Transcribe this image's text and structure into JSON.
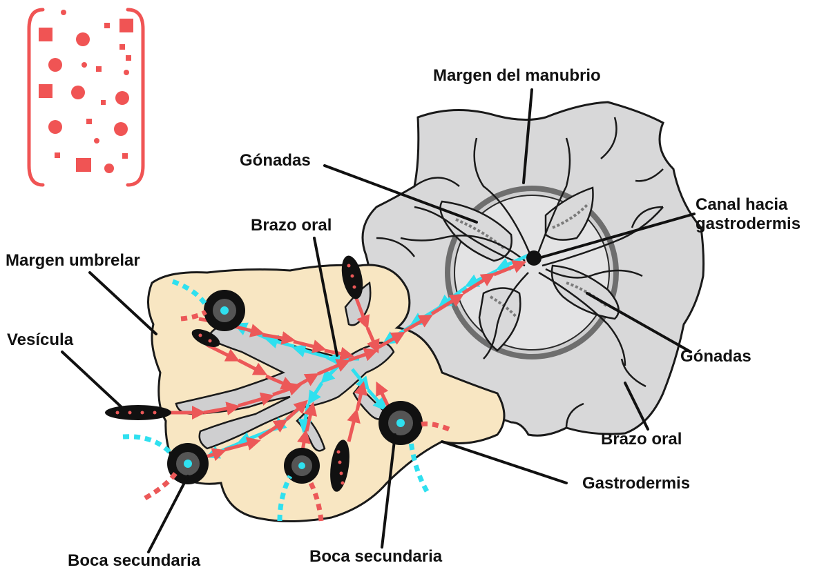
{
  "labels": {
    "margen_manubrio": "Margen del manubrio",
    "gonadas_top": "Gónadas",
    "canal_line1": "Canal hacia",
    "canal_line2": "gastrodermis",
    "brazo_oral_center": "Brazo oral",
    "margen_umbrelar": "Margen umbrelar",
    "vesicula": "Vesícula",
    "gonadas_right": "Gónadas",
    "brazo_oral_right": "Brazo oral",
    "gastrodermis": "Gastrodermis",
    "boca_secundaria_left": "Boca secundaria",
    "boca_secundaria_center": "Boca secundaria"
  },
  "colors": {
    "legend_red": "#f05454",
    "arrow_red": "#ec5858",
    "arrow_cyan": "#2fe0ef",
    "manubrium_gray": "#d8d8d9",
    "tissue_beige": "#f8e6c2",
    "outline": "#1a1a1a"
  },
  "icons": {
    "legend": "particles-in-brackets-icon"
  }
}
